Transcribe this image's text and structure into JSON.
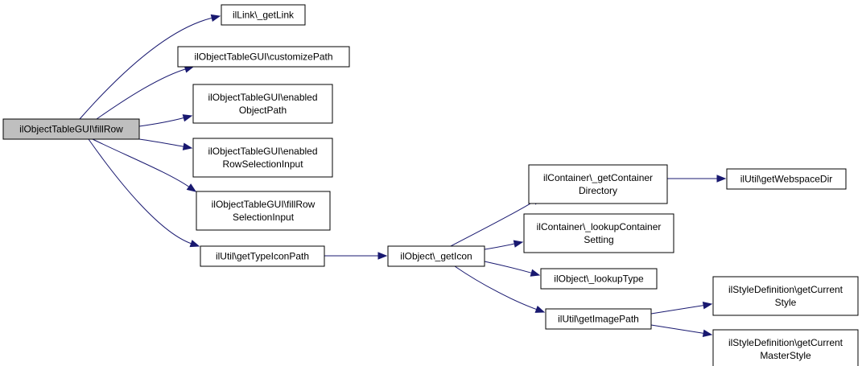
{
  "diagram": {
    "nodes": [
      {
        "id": "fillRow",
        "lines": [
          "ilObjectTableGUI\\fillRow"
        ],
        "root": true
      },
      {
        "id": "getLink",
        "lines": [
          "ilLink\\_getLink"
        ]
      },
      {
        "id": "customizePath",
        "lines": [
          "ilObjectTableGUI\\customizePath"
        ]
      },
      {
        "id": "enabledObjectPath",
        "lines": [
          "ilObjectTableGUI\\enabled",
          "ObjectPath"
        ]
      },
      {
        "id": "enabledRowSelectionInput",
        "lines": [
          "ilObjectTableGUI\\enabled",
          "RowSelectionInput"
        ]
      },
      {
        "id": "fillRowSelectionInput",
        "lines": [
          "ilObjectTableGUI\\fillRow",
          "SelectionInput"
        ]
      },
      {
        "id": "getTypeIconPath",
        "lines": [
          "ilUtil\\getTypeIconPath"
        ]
      },
      {
        "id": "getIcon",
        "lines": [
          "ilObject\\_getIcon"
        ]
      },
      {
        "id": "getContainerDirectory",
        "lines": [
          "ilContainer\\_getContainer",
          "Directory"
        ]
      },
      {
        "id": "lookupContainerSetting",
        "lines": [
          "ilContainer\\_lookupContainer",
          "Setting"
        ]
      },
      {
        "id": "lookupType",
        "lines": [
          "ilObject\\_lookupType"
        ]
      },
      {
        "id": "getImagePath",
        "lines": [
          "ilUtil\\getImagePath"
        ]
      },
      {
        "id": "getWebspaceDir",
        "lines": [
          "ilUtil\\getWebspaceDir"
        ]
      },
      {
        "id": "getCurrentStyle",
        "lines": [
          "ilStyleDefinition\\getCurrent",
          "Style"
        ]
      },
      {
        "id": "getCurrentMasterStyle",
        "lines": [
          "ilStyleDefinition\\getCurrent",
          "MasterStyle"
        ]
      }
    ],
    "edges": [
      {
        "from": "fillRow",
        "to": "getLink"
      },
      {
        "from": "fillRow",
        "to": "customizePath"
      },
      {
        "from": "fillRow",
        "to": "enabledObjectPath"
      },
      {
        "from": "fillRow",
        "to": "enabledRowSelectionInput"
      },
      {
        "from": "fillRow",
        "to": "fillRowSelectionInput"
      },
      {
        "from": "fillRow",
        "to": "getTypeIconPath"
      },
      {
        "from": "getTypeIconPath",
        "to": "getIcon"
      },
      {
        "from": "getIcon",
        "to": "getContainerDirectory"
      },
      {
        "from": "getIcon",
        "to": "lookupContainerSetting"
      },
      {
        "from": "getIcon",
        "to": "lookupType"
      },
      {
        "from": "getIcon",
        "to": "getImagePath"
      },
      {
        "from": "getContainerDirectory",
        "to": "getWebspaceDir"
      },
      {
        "from": "getImagePath",
        "to": "getCurrentStyle"
      },
      {
        "from": "getImagePath",
        "to": "getCurrentMasterStyle"
      }
    ]
  }
}
